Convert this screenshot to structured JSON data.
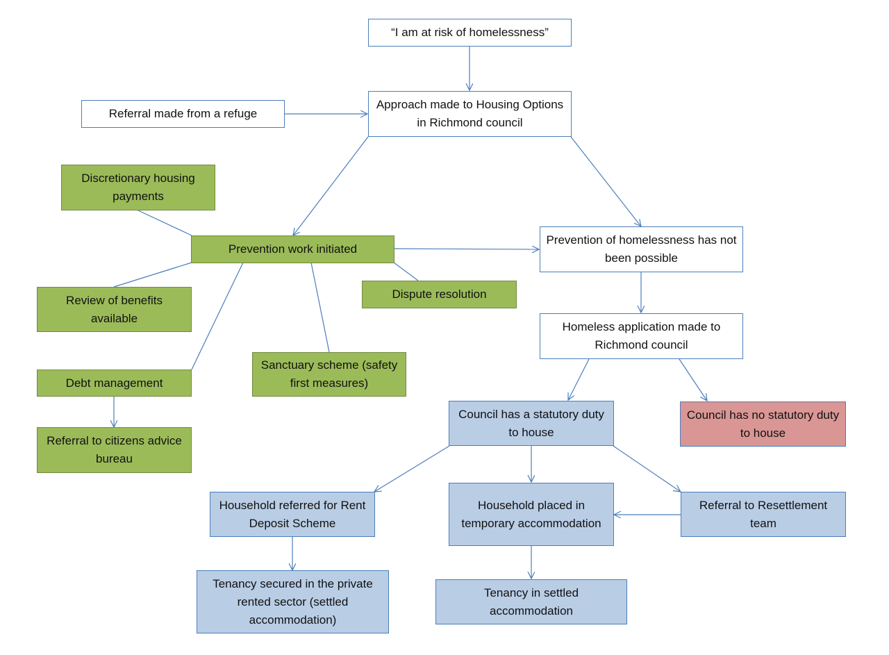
{
  "nodes": {
    "risk": "“I am at risk of homelessness”",
    "refuge": "Referral made from a refuge",
    "approach": "Approach made to Housing Options in Richmond council",
    "dhp": "Discretionary housing payments",
    "prevention": "Prevention work initiated",
    "not_possible": "Prevention of homelessness has not been possible",
    "benefits": "Review of benefits available",
    "dispute": "Dispute resolution",
    "homeless_app": "Homeless application made to Richmond council",
    "sanctuary": "Sanctuary scheme (safety first measures)",
    "debt": "Debt management",
    "statutory": "Council has a statutory duty to house",
    "no_statutory": "Council has no statutory duty to house",
    "cab": "Referral to citizens advice bureau",
    "rent_deposit": "Household referred for Rent Deposit Scheme",
    "temporary": "Household placed in temporary accommodation",
    "resettlement": "Referral to Resettlement team",
    "private_rented": "Tenancy secured in the private rented sector (settled accommodation)",
    "settled": "Tenancy in settled accommodation"
  },
  "colors": {
    "line": "#4a7ebb",
    "green_fill": "#9bbb59",
    "blue_fill": "#b9cde5",
    "red_fill": "#d99694",
    "white_fill": "#ffffff"
  }
}
